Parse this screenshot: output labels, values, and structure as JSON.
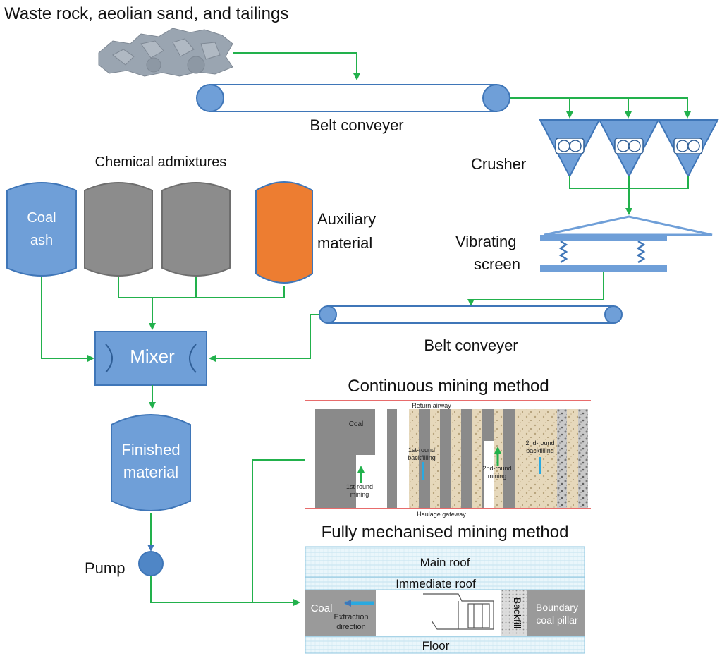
{
  "diagram": {
    "title_input": "Waste rock, aeolian sand, and tailings",
    "belt_conveyer_1": "Belt conveyer",
    "belt_conveyer_2": "Belt conveyer",
    "crusher": "Crusher",
    "vibrating_screen_line1": "Vibrating",
    "vibrating_screen_line2": "screen",
    "chemical_admixtures": "Chemical admixtures",
    "coal_ash_line1": "Coal",
    "coal_ash_line2": "ash",
    "auxiliary_line1": "Auxiliary",
    "auxiliary_line2": "material",
    "mixer": "Mixer",
    "finished_line1": "Finished",
    "finished_line2": "material",
    "pump": "Pump"
  },
  "continuous": {
    "title": "Continuous mining method",
    "return_airway": "Return airway",
    "haulage_gateway": "Haulage gateway",
    "coal": "Coal",
    "round1_backfill_line1": "1st-round",
    "round1_backfill_line2": "backfilling",
    "round1_mining_line1": "1st-round",
    "round1_mining_line2": "mining",
    "round2_mining_line1": "2nd-round",
    "round2_mining_line2": "mining",
    "round2_backfill_line1": "2nd-round",
    "round2_backfill_line2": "backfilling"
  },
  "mechanised": {
    "title": "Fully mechanised mining method",
    "main_roof": "Main roof",
    "immediate_roof": "Immediate roof",
    "coal": "Coal",
    "extraction_line1": "Extraction",
    "extraction_line2": "direction",
    "backfill": "Backfill",
    "boundary_line1": "Boundary",
    "boundary_line2": "coal pillar",
    "floor": "Floor"
  },
  "colors": {
    "blue_fill": "#6f9fd8",
    "blue_stroke": "#3f76b8",
    "green_line": "#22b14c",
    "gray_tank": "#8c8c8c",
    "orange_tank": "#ed7d31",
    "red_line": "#e03b3b",
    "sand": "#d9c8a6"
  }
}
